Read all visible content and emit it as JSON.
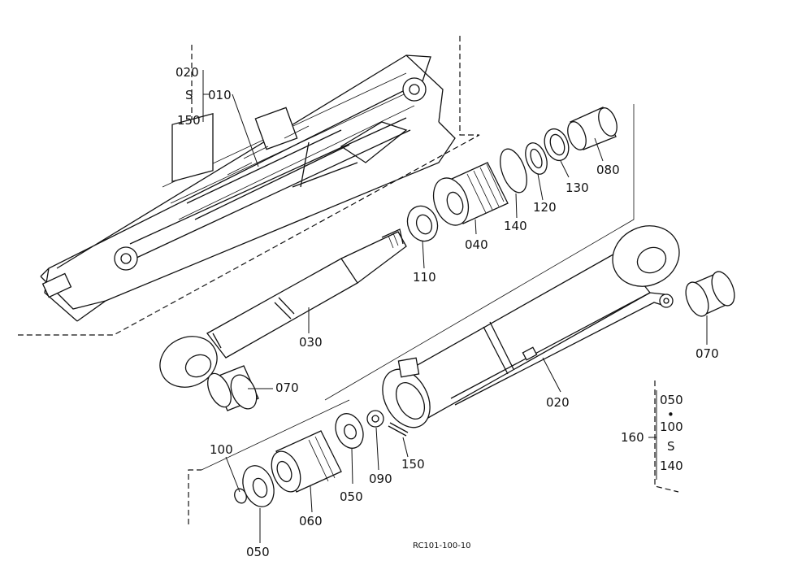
{
  "diagram": {
    "callouts": {
      "c010": "010",
      "c020": "020",
      "c030": "030",
      "c040": "040",
      "c050a": "050",
      "c050b": "050",
      "c060": "060",
      "c070a": "070",
      "c070b": "070",
      "c080": "080",
      "c090": "090",
      "c100": "100",
      "c110": "110",
      "c120": "120",
      "c130": "130",
      "c140": "140",
      "c150": "150"
    },
    "range_group_top": {
      "from": "020",
      "tilde": "S",
      "to": "150",
      "ref": "010"
    },
    "range_group_right": {
      "first": "050",
      "dot": "•",
      "second": "100",
      "tilde": "S",
      "third": "140",
      "ref": "160"
    },
    "drawing_code": "RC101-100-10"
  }
}
